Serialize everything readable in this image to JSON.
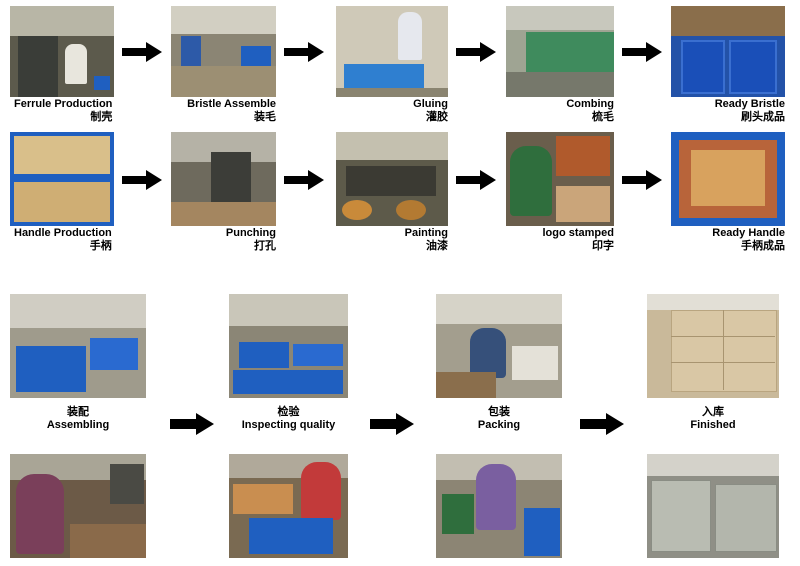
{
  "top_rows": {
    "row1": [
      {
        "en": "Ferrule Production",
        "zh": "制壳"
      },
      {
        "en": "Bristle Assemble",
        "zh": "装毛"
      },
      {
        "en": "Gluing",
        "zh": "灌胶"
      },
      {
        "en": "Combing",
        "zh": "梳毛"
      },
      {
        "en": "Ready Bristle",
        "zh": "刷头成品"
      }
    ],
    "row2": [
      {
        "en": "Handle Production",
        "zh": "手柄"
      },
      {
        "en": "Punching",
        "zh": "打孔"
      },
      {
        "en": "Painting",
        "zh": "油漆"
      },
      {
        "en": "logo stamped",
        "zh": "印字"
      },
      {
        "en": "Ready Handle",
        "zh": "手柄成品"
      }
    ]
  },
  "bottom_steps": [
    {
      "zh": "装配",
      "en": "Assembling"
    },
    {
      "zh": "检验",
      "en": "Inspecting quality"
    },
    {
      "zh": "包装",
      "en": "Packing"
    },
    {
      "zh": "入库",
      "en": "Finished"
    }
  ],
  "colors": {
    "arrow": "#000000",
    "basket_blue": "#1f5fc0",
    "wood": "#c9a56a",
    "floor": "#9a9688",
    "carton": "#d9c7a5"
  }
}
